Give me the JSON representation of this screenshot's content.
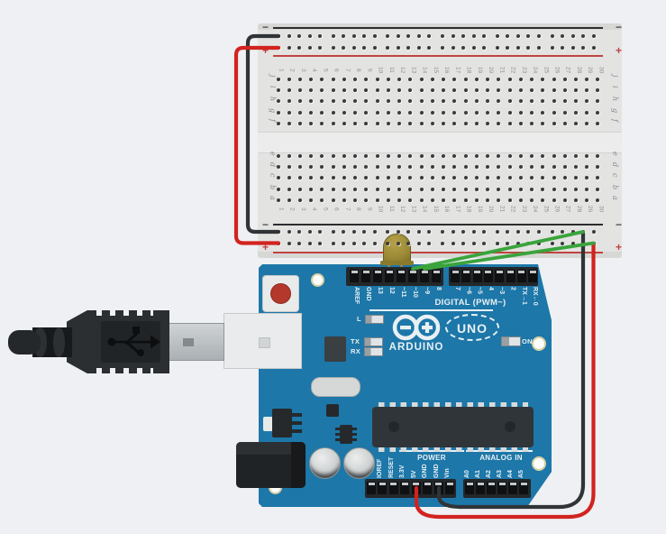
{
  "scene": {
    "background": "#eef0f3"
  },
  "breadboard": {
    "name": "breadboard",
    "body_color": "#e3e3e2",
    "hole_color": "#3a3b3c",
    "rail_line_black": "#2c2d2e",
    "rail_line_red": "#c04440",
    "minus_symbol": "−",
    "plus_symbol": "+",
    "minus_color": "#4b4d4e",
    "plus_color": "#c04440",
    "column_numbers": [
      "1",
      "2",
      "3",
      "4",
      "5",
      "6",
      "7",
      "8",
      "9",
      "10",
      "11",
      "12",
      "13",
      "14",
      "15",
      "16",
      "17",
      "18",
      "19",
      "20",
      "21",
      "22",
      "23",
      "24",
      "25",
      "26",
      "27",
      "28",
      "29",
      "30"
    ],
    "row_letters_top": [
      "j",
      "i",
      "h",
      "g",
      "f"
    ],
    "row_letters_bottom": [
      "e",
      "d",
      "c",
      "b",
      "a"
    ]
  },
  "arduino": {
    "name": "arduino-uno",
    "board_color": "#1d77a9",
    "silkscreen_color": "#e9f0f3",
    "brand": "ARDUINO",
    "model": "UNO",
    "digital_caption": "DIGITAL (PWM~)",
    "power_caption": "POWER",
    "analog_caption": "ANALOG IN",
    "led_l": "L",
    "led_tx": "TX",
    "led_rx": "RX",
    "led_on": "ON",
    "digital_pins_left": [
      "AREF",
      "GND",
      "13",
      "12",
      "~11",
      "~10",
      "~9",
      "8"
    ],
    "digital_pins_right": [
      "7",
      "~6",
      "~5",
      "4",
      "~3",
      "2",
      "TX→1",
      "RX←0"
    ],
    "power_pins": [
      "IOREF",
      "RESET",
      "3.3V",
      "5V",
      "GND",
      "GND",
      "Vin"
    ],
    "analog_pins": [
      "A0",
      "A1",
      "A2",
      "A3",
      "A4",
      "A5"
    ]
  },
  "components": {
    "led": {
      "name": "led-yellow",
      "body_color": "#9b8a35"
    },
    "usb_plug": {
      "name": "usb-cable-plug"
    },
    "wires": [
      {
        "name": "wire-black-rail-left",
        "color": "#313437"
      },
      {
        "name": "wire-red-rail-left",
        "color": "#d2231f"
      },
      {
        "name": "wire-green-digital10",
        "color": "#3aa43c"
      },
      {
        "name": "wire-green-digital9",
        "color": "#3aa43c"
      },
      {
        "name": "wire-black-gnd",
        "color": "#313437"
      },
      {
        "name": "wire-red-5v",
        "color": "#d2231f"
      }
    ]
  }
}
